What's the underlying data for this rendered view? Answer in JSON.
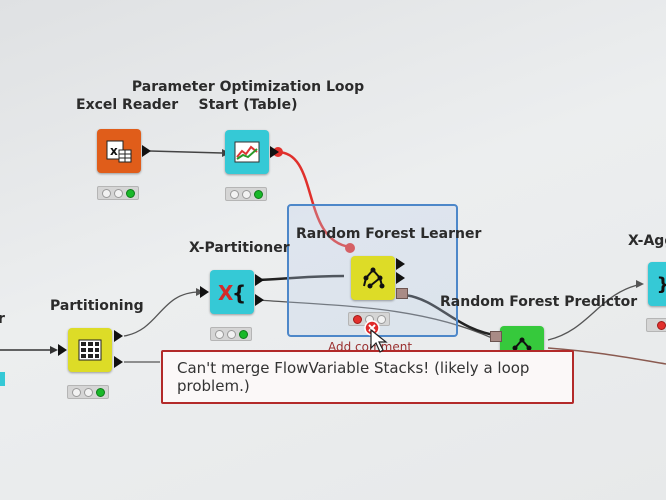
{
  "nodes": {
    "excel_reader": {
      "label": "Excel Reader"
    },
    "param_opt": {
      "label_line1": "Parameter Optimization Loop",
      "label_line2": "Start (Table)"
    },
    "x_partitioner": {
      "label": "X-Partitioner"
    },
    "rf_learner": {
      "label": "Random Forest Learner"
    },
    "rf_predictor": {
      "label": "Random Forest Predictor"
    },
    "partitioning": {
      "label": "Partitioning"
    },
    "x_agg": {
      "label": "X-Agg"
    },
    "left_cut": {
      "label": "r"
    }
  },
  "tooltip": {
    "message": "Can't merge FlowVariable Stacks! (likely a loop problem.)"
  },
  "annotation": {
    "text": "Add comment"
  },
  "colors": {
    "reader_orange": "#e05d1a",
    "loop_cyan": "#35c9d6",
    "learner_yellow": "#dddc27",
    "predictor_green": "#36c93c",
    "flowvar_red": "#e0302c",
    "selection_blue": "#4d87c9",
    "error_red": "#b32a2a"
  }
}
